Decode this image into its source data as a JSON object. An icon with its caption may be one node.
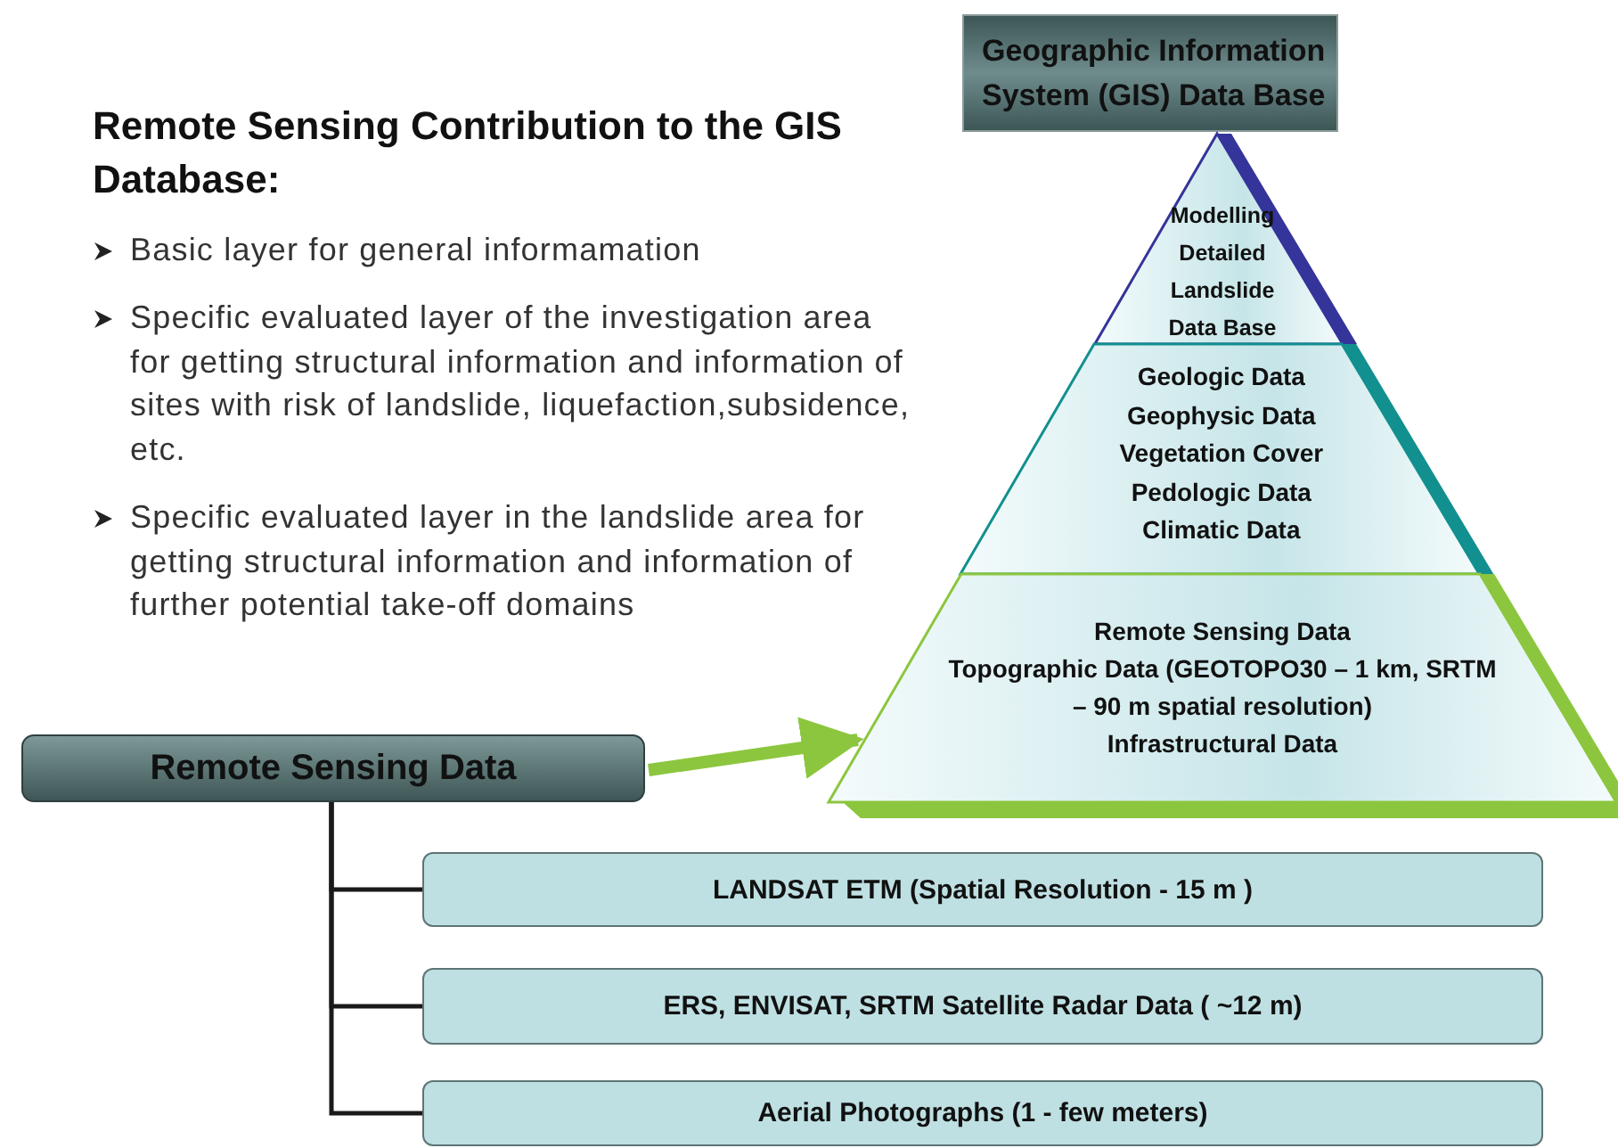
{
  "diagram": {
    "title": "Remote Sensing Contribution to the GIS  Database:",
    "nodes": [
      {
        "text": [
          "Geographic Information System  (GIS) Data Base"
        ]
      },
      {
        "text": [
          "Modelling Detailed Landslide Data Base"
        ]
      },
      {
        "text": [
          "Geologic Data",
          "Geophysic Data",
          "Vegetation Cover",
          "Pedologic Data",
          "Climatic Data"
        ]
      },
      {
        "text": [
          "Remote Sensing Data",
          "Topographic Data (GEOTOPO30 – 1 km, SRTM – 90 m spatial resolution)",
          "Infrastructural Data"
        ]
      },
      {
        "text": [
          "Remote Sensing Data"
        ]
      },
      {
        "text": [
          "LANDSAT ETM (Spatial Resolution - 15 m )"
        ]
      },
      {
        "text": [
          "ERS, ENVISAT, SRTM Satellite Radar Data  ( ~12 m)"
        ]
      },
      {
        "text": [
          "Aerial Photographs (1 - few meters)"
        ]
      }
    ],
    "edges": [
      {
        "from": 4,
        "to": 3,
        "arrow": "to",
        "style": "thick",
        "color": "#8cc63e"
      },
      {
        "from": 4,
        "to": 5,
        "arrow": "none"
      },
      {
        "from": 4,
        "to": 6,
        "arrow": "none"
      },
      {
        "from": 4,
        "to": 7,
        "arrow": "none"
      }
    ],
    "labels": [
      "Basic layer for general informamation",
      "Specific evaluated  layer of  the investigation area for getting structural information and information of sites with risk of landslide, liquefaction,subsidence, etc.",
      "Specific evaluated  layer in  the landslide area for getting structural information and information of further potential take-off domains"
    ]
  }
}
